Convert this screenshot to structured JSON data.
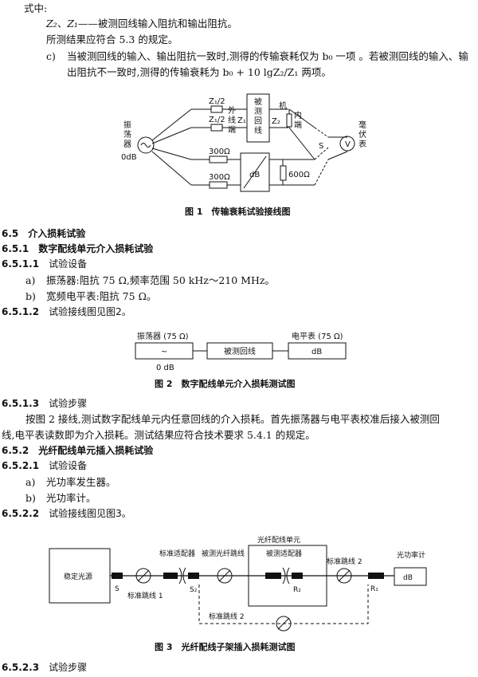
{
  "intro": {
    "label": "式中:",
    "where_vars": "Z₂、Z₁",
    "where_desc": "——被测回线输入阻抗和输出阻抗。",
    "result_note": "所测结果应符合 5.3 的规定。",
    "item_c_marker": "c)",
    "item_c_line1": "当被测回线的输入、输出阻抗一致时,测得的传输衰耗仅为 b₀ 一项 。若被测回线的输入、输",
    "item_c_line2": "出阻抗不一致时,测得的传输衰耗为 b₀ + 10 lgZ₂/Z₁ 两项。"
  },
  "figure1": {
    "caption": "图 1　传输衰耗试验接线图",
    "oscillator_label": [
      "振",
      "荡",
      "器"
    ],
    "oscillator_level": "0dB",
    "z1_half_top": "Z₁/2",
    "z1_half_bottom": "Z₁/2",
    "external_line_end": [
      "外",
      "线",
      "端"
    ],
    "external_z": "Z₁",
    "device_label": [
      "被",
      "测",
      "回",
      "线"
    ],
    "machine_end": [
      "机",
      "内",
      "端"
    ],
    "machine_z": "Z₂",
    "res_300_top": "300Ω",
    "res_300_bottom": "300Ω",
    "attenuator": "dB",
    "res_600": "600Ω",
    "switch": "S",
    "voltmeter_symbol": "V",
    "voltmeter_label": [
      "毫",
      "伏",
      "表"
    ]
  },
  "section_6_5": {
    "number": "6.5",
    "title": "介入损耗试验"
  },
  "section_6_5_1": {
    "number": "6.5.1",
    "title": "数字配线单元介入损耗试验"
  },
  "section_6_5_1_1": {
    "number": "6.5.1.1",
    "title": "试验设备",
    "items": [
      {
        "marker": "a)",
        "text": "振荡器:阻抗 75 Ω,频率范围 50 kHz～210 MHz。"
      },
      {
        "marker": "b)",
        "text": "宽频电平表:阻抗 75 Ω。"
      }
    ]
  },
  "section_6_5_1_2": {
    "number": "6.5.1.2",
    "text": "试验接线图见图2。"
  },
  "figure2": {
    "caption": "图 2　数字配线单元介入损耗测试图",
    "osc_label": "振荡器 (75 Ω)",
    "osc_symbol": "~",
    "osc_level": "0 dB",
    "line_label": "被测回线",
    "meter_label": "电平表 (75 Ω)",
    "meter_symbol": "dB"
  },
  "section_6_5_1_3": {
    "number": "6.5.1.3",
    "title": "试验步骤",
    "para_line1": "按图 2 接线,测试数字配线单元内任意回线的介入损耗。首先振荡器与电平表校准后接入被测回",
    "para_line2": "线,电平表读数即为介入损耗。测试结果应符合技术要求 5.4.1 的规定。"
  },
  "section_6_5_2": {
    "number": "6.5.2",
    "title": "光纤配线单元插入损耗试验"
  },
  "section_6_5_2_1": {
    "number": "6.5.2.1",
    "title": "试验设备",
    "items": [
      {
        "marker": "a)",
        "text": "光功率发生器。"
      },
      {
        "marker": "b)",
        "text": "光功率计。"
      }
    ]
  },
  "section_6_5_2_2": {
    "number": "6.5.2.2",
    "text": "试验接线图见图3。"
  },
  "figure3": {
    "caption": "图 3　光纤配线子架插入损耗测试图",
    "unit_title": "光纤配线单元",
    "source": "稳定光源",
    "std_adapter": "标准适配器",
    "tested_jumper": "被测光纤跳线",
    "tested_adapter": "被测适配器",
    "std_jumper_1": "标准跳线 1",
    "std_jumper_2": "标准跳线 2",
    "std_jumper_2_bottom": "标准跳线 2",
    "power_meter": "光功率计",
    "meter_symbol": "dB",
    "s": "S",
    "s2": "S₂",
    "r2": "R₂",
    "r1": "R₁"
  },
  "section_6_5_2_3": {
    "number": "6.5.2.3",
    "title": "试验步骤"
  }
}
